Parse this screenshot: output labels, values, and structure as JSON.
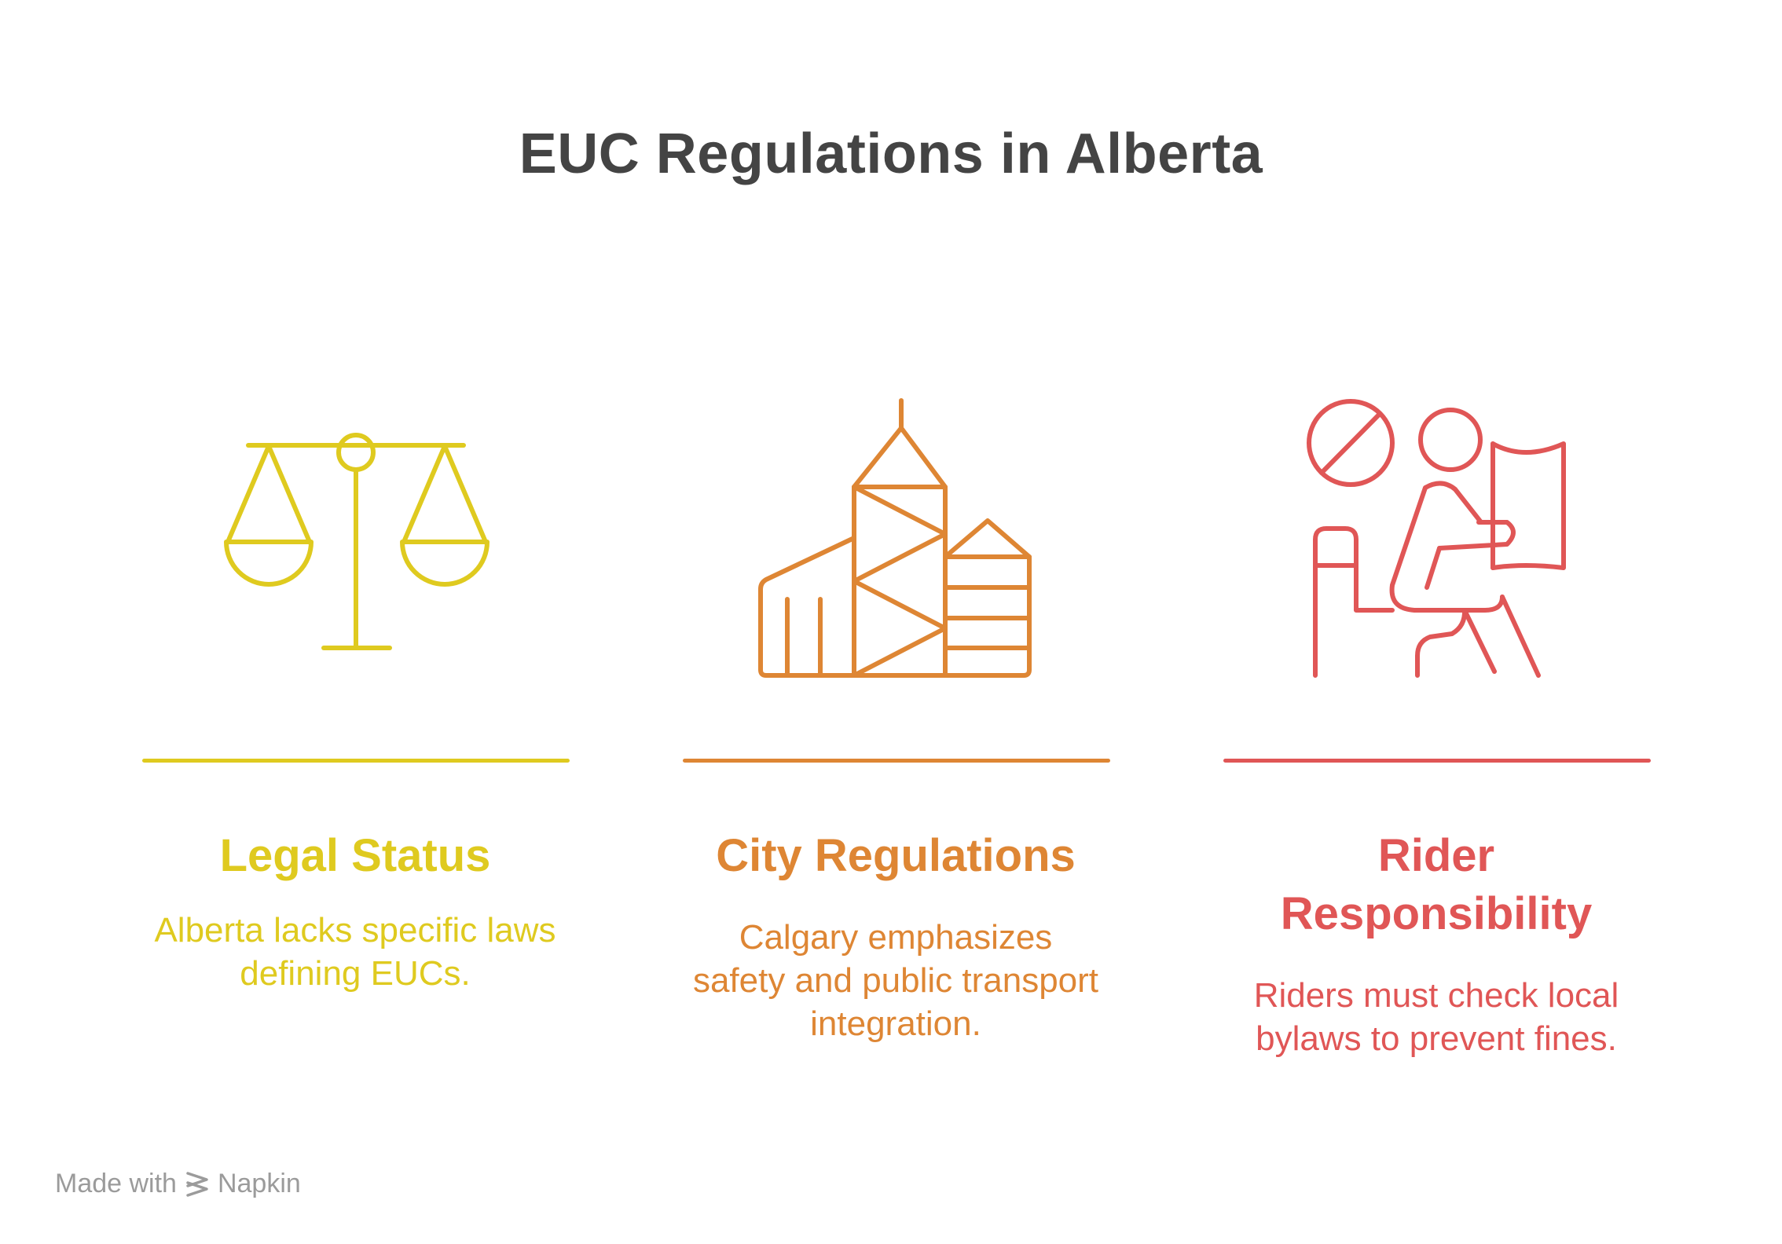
{
  "title": "EUC Regulations in Alberta",
  "colors": {
    "title": "#444444",
    "legal": "#dfca1f",
    "city": "#de8634",
    "rider": "#e05656",
    "footer": "#9b9b9b"
  },
  "columns": [
    {
      "icon": "balance-scale-icon",
      "heading": "Legal Status",
      "description": "Alberta lacks specific laws defining EUCs."
    },
    {
      "icon": "city-buildings-icon",
      "heading": "City Regulations",
      "description": "Calgary emphasizes safety and public transport integration."
    },
    {
      "icon": "rider-reading-prohibited-icon",
      "heading": "Rider Responsibility",
      "description": "Riders must check local bylaws to prevent fines."
    }
  ],
  "footer": {
    "made_with": "Made with",
    "brand": "Napkin"
  }
}
